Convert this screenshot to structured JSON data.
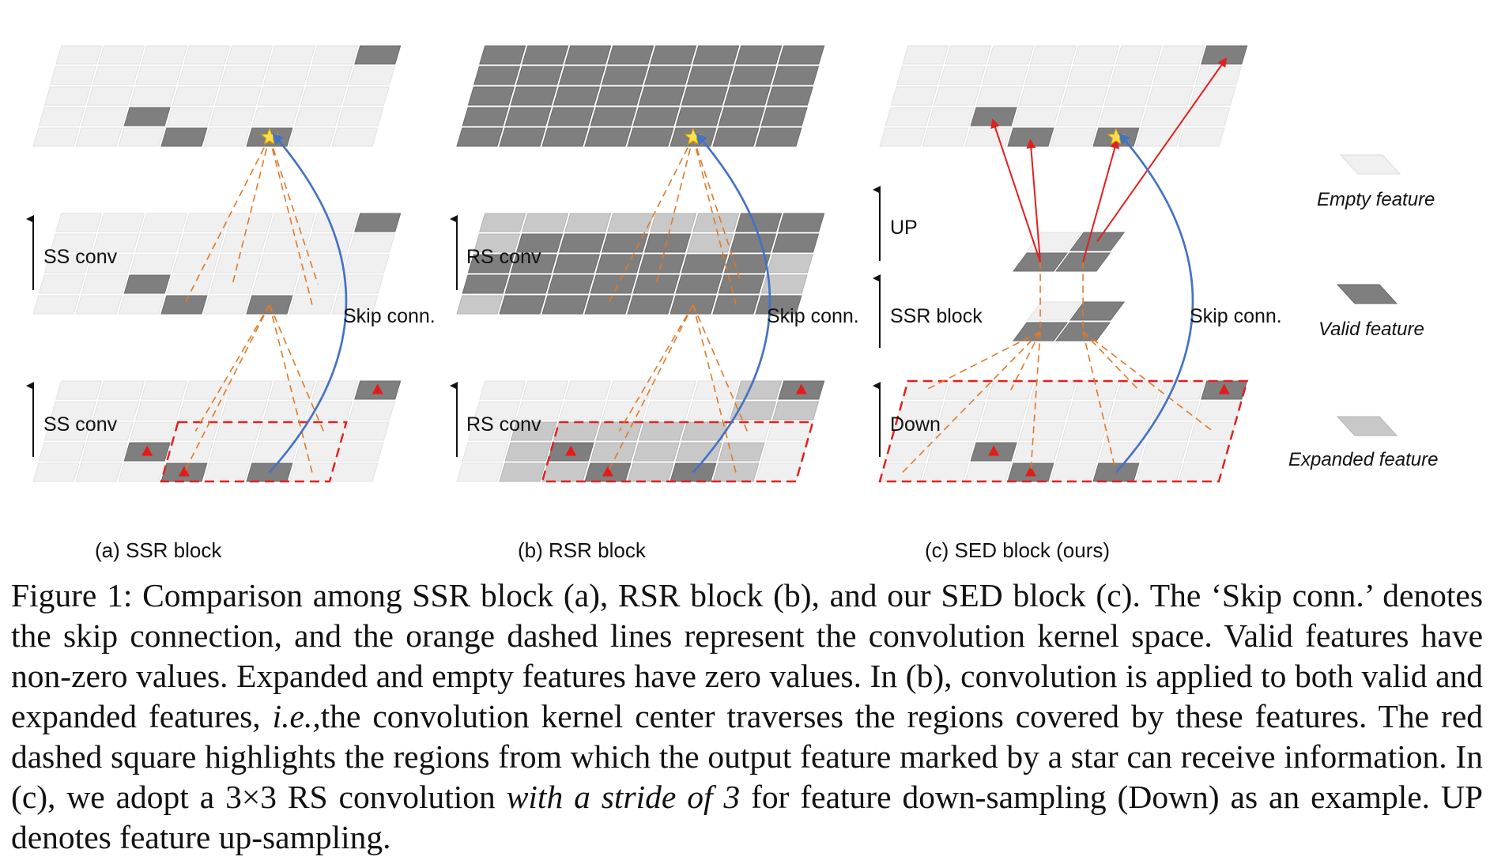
{
  "panels": [
    {
      "id": "a",
      "subtitle": "(a) SSR block",
      "layer_labels": [
        "SS conv",
        "SS conv"
      ],
      "skip_label": "Skip conn."
    },
    {
      "id": "b",
      "subtitle": "(b) RSR block",
      "layer_labels": [
        "RS conv",
        "RS conv"
      ],
      "skip_label": "Skip conn."
    },
    {
      "id": "c",
      "subtitle": "(c) SED block (ours)",
      "layer_labels": [
        "UP",
        "SSR block",
        "Down"
      ],
      "skip_label": "Skip conn."
    }
  ],
  "legend": {
    "empty": "Empty feature",
    "valid": "Valid feature",
    "expanded": "Expanded feature"
  },
  "colors": {
    "empty": "#f0f0f0",
    "valid": "#7f7f7f",
    "expanded": "#c8c8c8",
    "kernel_lines": "#e07a28",
    "receptive_field": "#e02020",
    "skip_arrow": "#4472c4",
    "up_arrows": "#e02020"
  },
  "caption": {
    "p1": "Figure 1: Comparison among SSR block (a), RSR block (b), and our SED block (c). The ‘Skip conn.’ denotes the skip connection, and the orange dashed lines represent the convolution kernel space. Valid features have non-zero values. Expanded and empty features have zero values. In (b), convolution is applied to both valid and expanded features, ",
    "ie": "i.e.,",
    "p2": "the convolution kernel center traverses the regions covered by these features. The red dashed square highlights the regions from which the output feature marked by a star can receive information. In (c), we adopt a 3×3 RS convolution ",
    "stride": "with a stride of 3",
    "p3": " for feature down-sampling (Down) as an example. UP denotes feature up-sampling."
  }
}
